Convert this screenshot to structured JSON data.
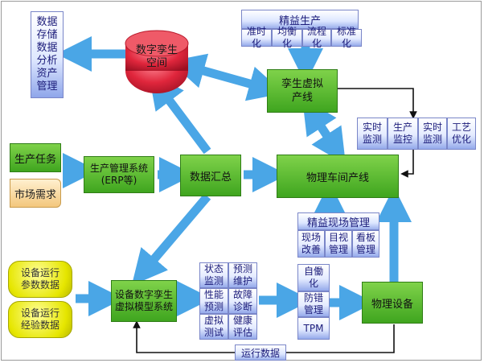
{
  "storage": {
    "lines": [
      "数据",
      "存储",
      "数据",
      "分析",
      "资产",
      "管理"
    ]
  },
  "twin_space": {
    "line1": "数字孪生",
    "line2": "空间"
  },
  "lean_production": {
    "title": "精益生产",
    "items": [
      "准时化",
      "均衡化",
      "流程化",
      "标准化"
    ]
  },
  "twin_virtual_line": {
    "line1": "孪生虚拟",
    "line2": "产线"
  },
  "monitor_group": {
    "items": [
      "实时\n监测",
      "生产\n监控",
      "实时\n监测",
      "工艺\n优化"
    ]
  },
  "production_task": "生产任务",
  "market_demand": "市场需求",
  "erp": {
    "line1": "生产管理系统",
    "line2": "(ERP等)"
  },
  "data_summary": "数据汇总",
  "physical_line": "物理车间产线",
  "lean_site": {
    "title": "精益现场管理",
    "items": [
      "现场\n改善",
      "目视\n管理",
      "看板\n管理"
    ]
  },
  "equipment_params": {
    "line1": "设备运行",
    "line2": "参数数据"
  },
  "equipment_experience": {
    "line1": "设备运行",
    "line2": "经验数据"
  },
  "equipment_twin": {
    "line1": "设备数字孪生",
    "line2": "虚拟模型系统"
  },
  "analysis_grid": {
    "items": [
      "状态\n监测",
      "预测\n维护",
      "性能\n预测",
      "故障\n诊断",
      "虚拟\n测试",
      "健康\n评估"
    ]
  },
  "tpm_group": {
    "items": [
      "自働\n化",
      "防错\n管理",
      "TPM"
    ]
  },
  "physical_equipment": "物理设备",
  "operation_data": "运行数据",
  "colors": {
    "arrow_blue": "#4aa6e6",
    "box_green": "#56b82c",
    "cylinder_red": "#e0263c"
  }
}
